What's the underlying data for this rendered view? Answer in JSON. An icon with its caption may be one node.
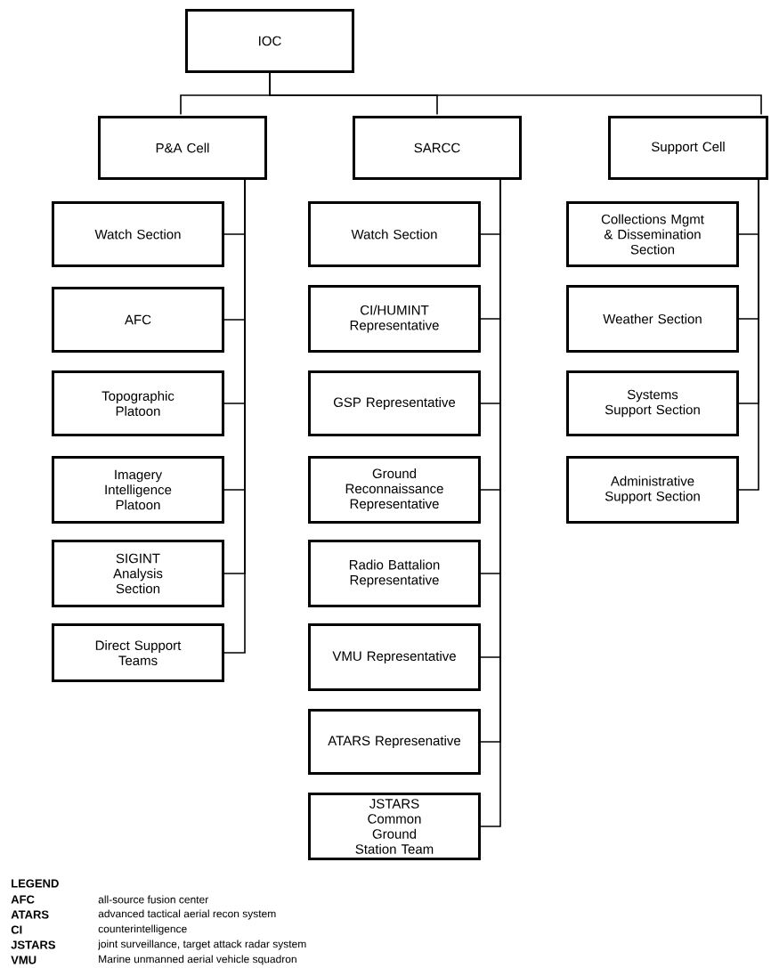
{
  "diagram": {
    "nodes": [
      {
        "text": [
          "IOC"
        ]
      },
      {
        "text": [
          "P&A Cell"
        ]
      },
      {
        "text": [
          "SARCC"
        ]
      },
      {
        "text": [
          "Support Cell"
        ]
      },
      {
        "text": [
          "Watch Section"
        ]
      },
      {
        "text": [
          "AFC"
        ]
      },
      {
        "text": [
          "Topographic Platoon"
        ]
      },
      {
        "text": [
          "Imagery Intelligence Platoon"
        ]
      },
      {
        "text": [
          "SIGINT Analysis Section"
        ]
      },
      {
        "text": [
          "Direct Support Teams"
        ]
      },
      {
        "text": [
          "Watch Section"
        ]
      },
      {
        "text": [
          "CI/HUMINT Representative"
        ]
      },
      {
        "text": [
          "GSP Representative"
        ]
      },
      {
        "text": [
          "Ground Reconnaissance Representative"
        ]
      },
      {
        "text": [
          "Radio Battalion Representative"
        ]
      },
      {
        "text": [
          "VMU Representative"
        ]
      },
      {
        "text": [
          "ATARS Represenative"
        ]
      },
      {
        "text": [
          "JSTARS Common Ground Station Team"
        ]
      },
      {
        "text": [
          "Collections Mgmt & Dissemination Section"
        ]
      },
      {
        "text": [
          "Weather Section"
        ]
      },
      {
        "text": [
          "Systems Support Section"
        ]
      },
      {
        "text": [
          "Administrative Support Section"
        ]
      }
    ],
    "edges": [
      {
        "from": 0,
        "to": 1,
        "arrow": "none"
      },
      {
        "from": 0,
        "to": 2,
        "arrow": "none"
      },
      {
        "from": 0,
        "to": 3,
        "arrow": "none"
      },
      {
        "from": 1,
        "to": 4,
        "arrow": "none"
      },
      {
        "from": 1,
        "to": 5,
        "arrow": "none"
      },
      {
        "from": 1,
        "to": 6,
        "arrow": "none"
      },
      {
        "from": 1,
        "to": 7,
        "arrow": "none"
      },
      {
        "from": 1,
        "to": 8,
        "arrow": "none"
      },
      {
        "from": 1,
        "to": 9,
        "arrow": "none"
      },
      {
        "from": 2,
        "to": 10,
        "arrow": "none"
      },
      {
        "from": 2,
        "to": 11,
        "arrow": "none"
      },
      {
        "from": 2,
        "to": 12,
        "arrow": "none"
      },
      {
        "from": 2,
        "to": 13,
        "arrow": "none"
      },
      {
        "from": 2,
        "to": 14,
        "arrow": "none"
      },
      {
        "from": 2,
        "to": 15,
        "arrow": "none"
      },
      {
        "from": 2,
        "to": 16,
        "arrow": "none"
      },
      {
        "from": 2,
        "to": 17,
        "arrow": "none"
      },
      {
        "from": 3,
        "to": 18,
        "arrow": "none"
      },
      {
        "from": 3,
        "to": 19,
        "arrow": "none"
      },
      {
        "from": 3,
        "to": 20,
        "arrow": "none"
      },
      {
        "from": 3,
        "to": 21,
        "arrow": "none"
      }
    ],
    "labels": [
      "LEGEND",
      "AFC",
      "all-source fusion center",
      "ATARS",
      "advanced tactical aerial recon system",
      "CI",
      "counterintelligence",
      "JSTARS",
      "joint surveillance, target attack radar system",
      "VMU",
      "Marine unmanned aerial vehicle squadron"
    ]
  }
}
